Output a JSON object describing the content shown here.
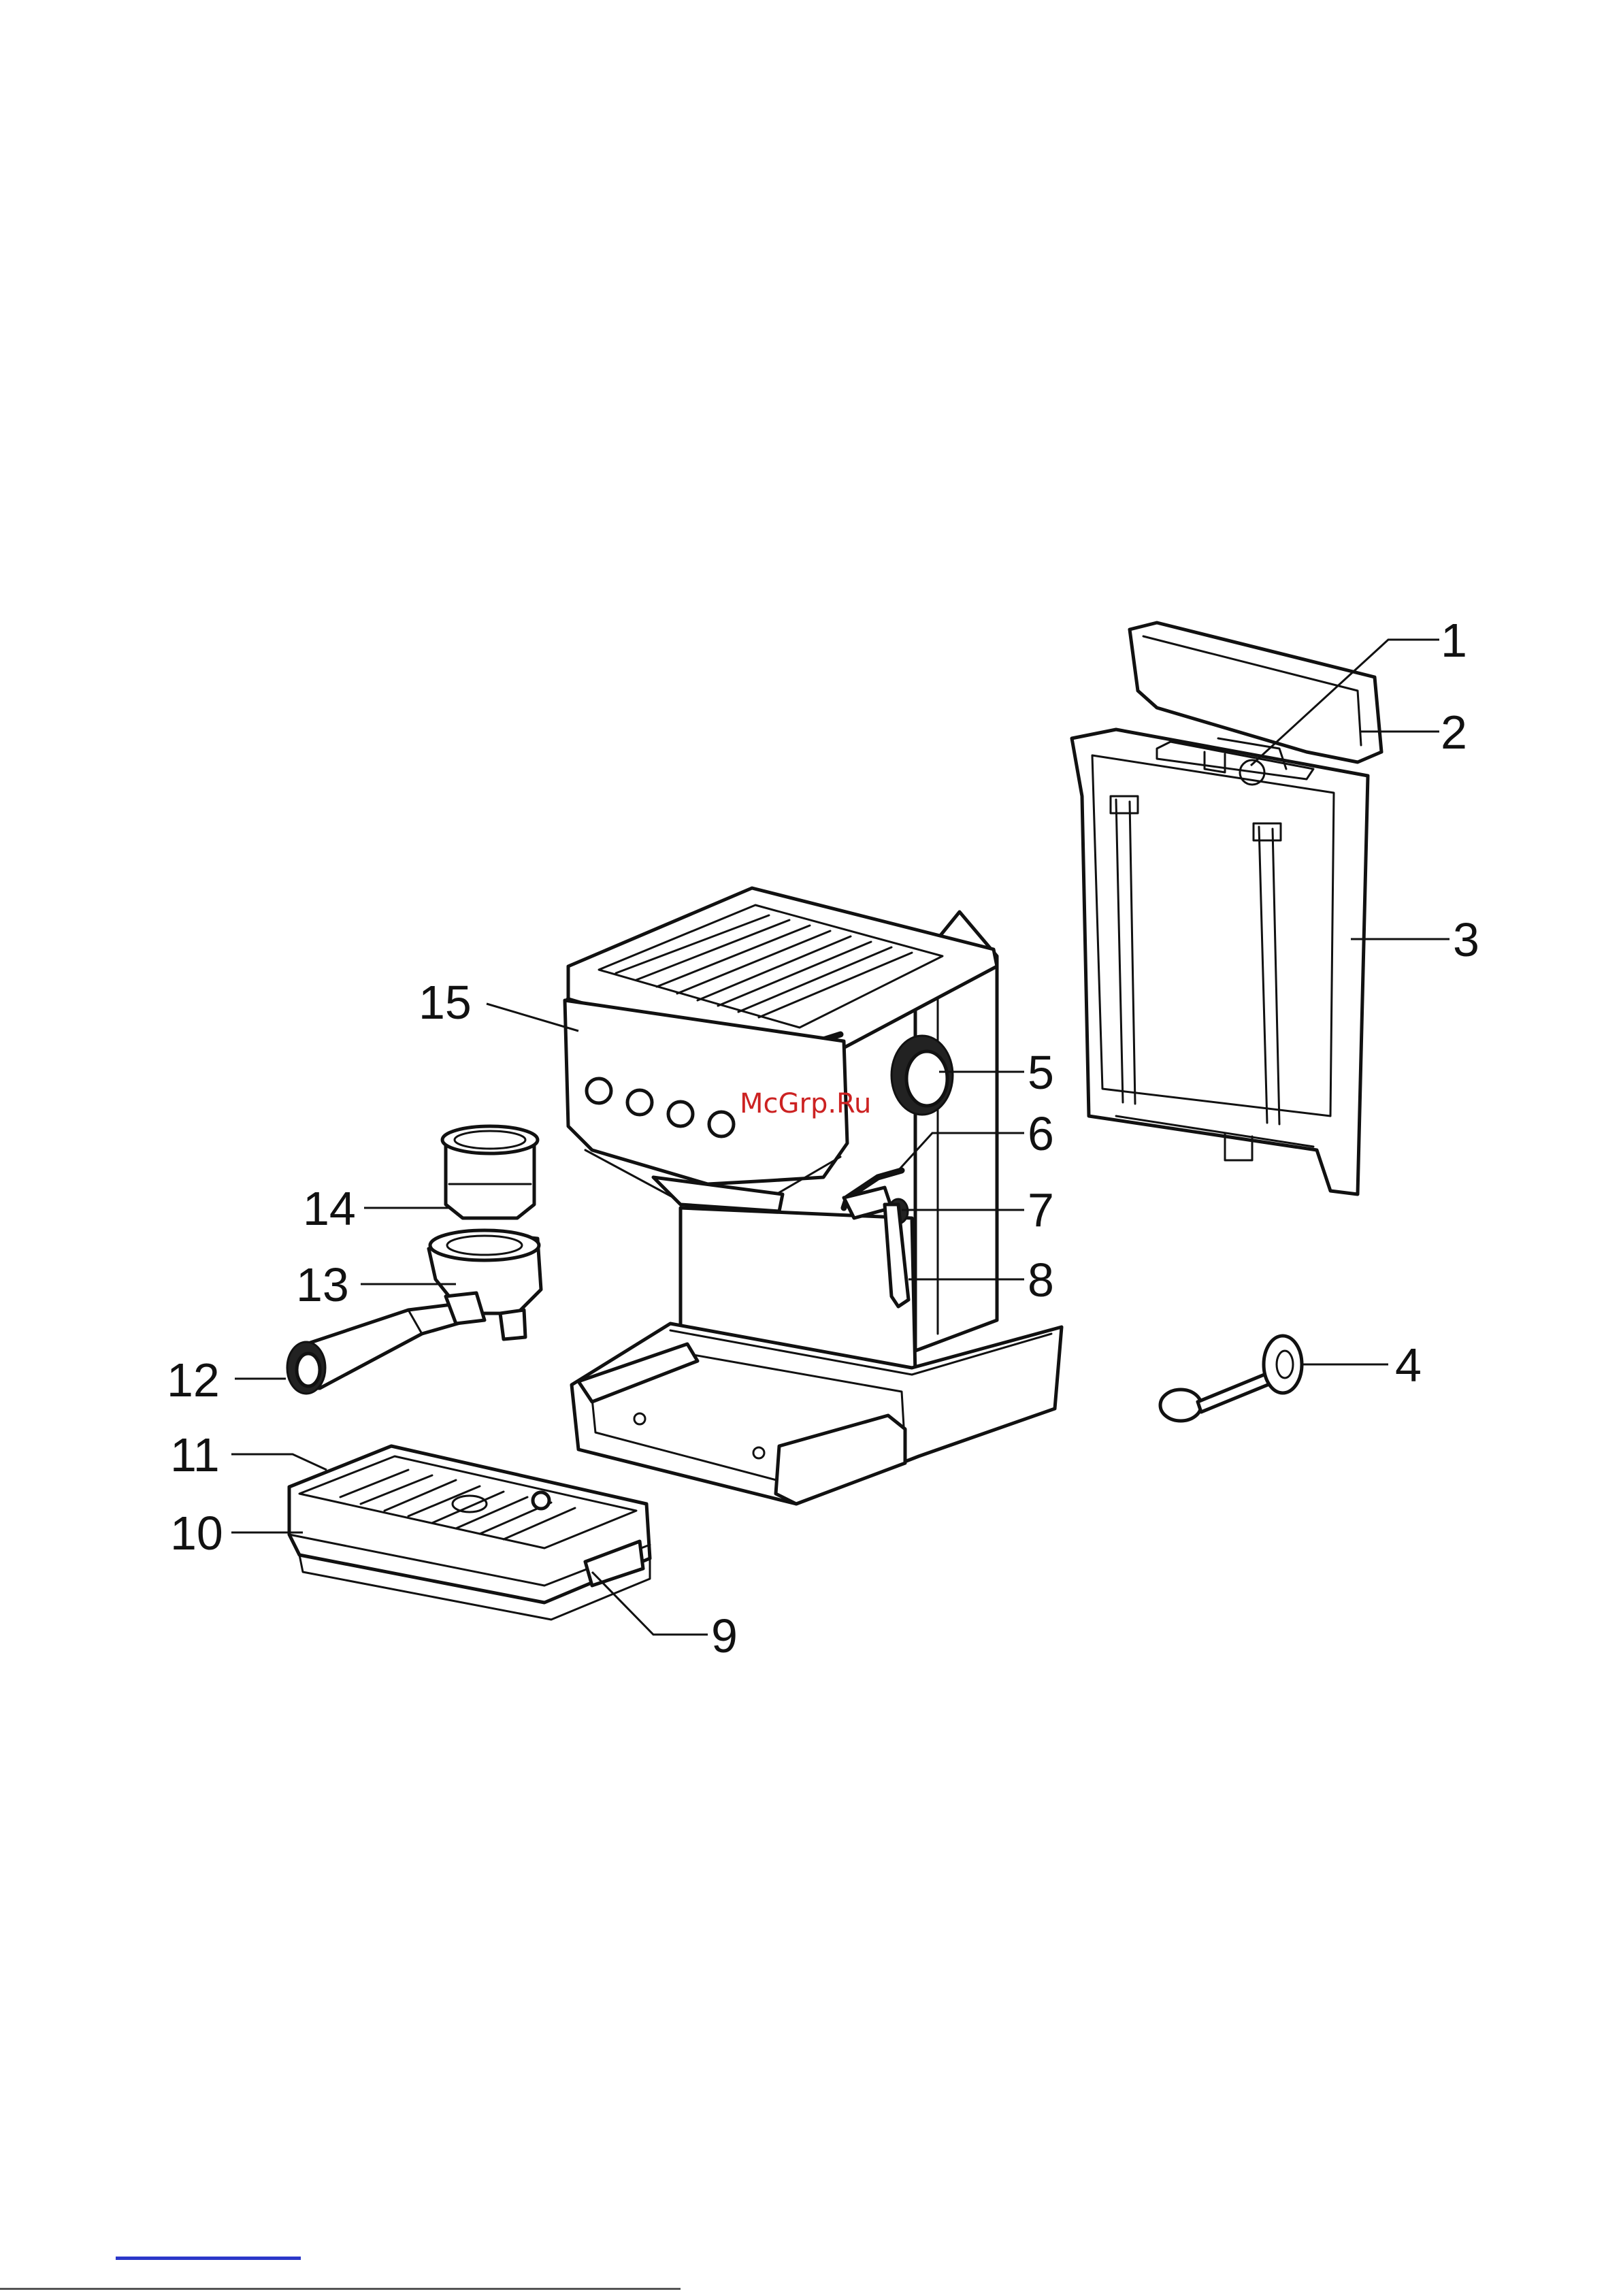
{
  "labels": [
    "1",
    "2",
    "3",
    "4",
    "5",
    "6",
    "7",
    "8",
    "9",
    "10",
    "11",
    "12",
    "13",
    "14",
    "15"
  ],
  "watermark": "McGrp.Ru"
}
